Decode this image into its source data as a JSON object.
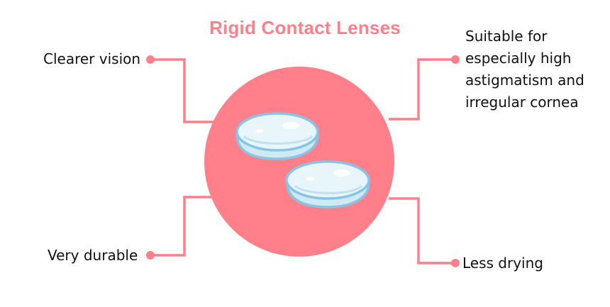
{
  "title": "Rigid Contact Lenses",
  "features": {
    "top_left": "Clearer vision",
    "bottom_left": "Very durable",
    "top_right": "Suitable for\nespecially high\nastigmatism and\nirregular cornea",
    "bottom_right": "Less drying"
  },
  "colors": {
    "accent": "#ff7f8a",
    "circle": "#ff808a",
    "lens_fill": "#dff0f7",
    "lens_outline": "#86c5e6"
  }
}
